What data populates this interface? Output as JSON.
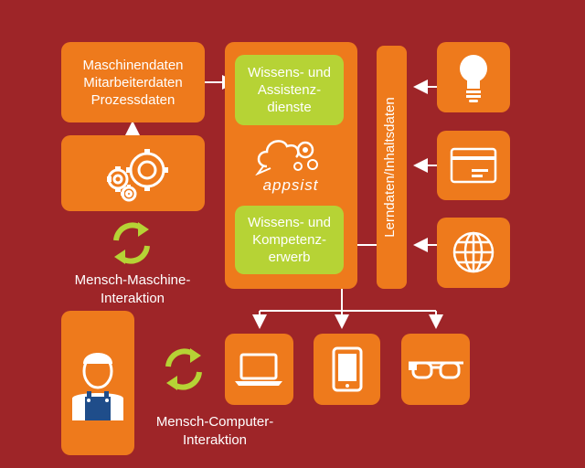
{
  "data_box": {
    "line1": "Maschinendaten",
    "line2": "Mitarbeiterdaten",
    "line3": "Prozessdaten"
  },
  "services_box": {
    "line1": "Wissens- und",
    "line2": "Assistenz-",
    "line3": "dienste"
  },
  "competence_box": {
    "line1": "Wissens- und",
    "line2": "Kompetenz-",
    "line3": "erwerb"
  },
  "logo_text": "appsist",
  "vertical_label": "Lerndaten/Inhaltsdaten",
  "mm_interaction": {
    "line1": "Mensch-Maschine-",
    "line2": "Interaktion"
  },
  "mc_interaction": {
    "line1": "Mensch-Computer-",
    "line2": "Interaktion"
  },
  "colors": {
    "background": "#9e2528",
    "orange": "#ee7a1c",
    "green": "#b6d335",
    "white": "#ffffff"
  },
  "icons": [
    "gears-icon",
    "cycle-arrows-icon",
    "lightbulb-icon",
    "card-icon",
    "globe-icon",
    "worker-icon",
    "laptop-icon",
    "tablet-icon",
    "smart-glasses-icon",
    "cloud-gear-logo"
  ]
}
